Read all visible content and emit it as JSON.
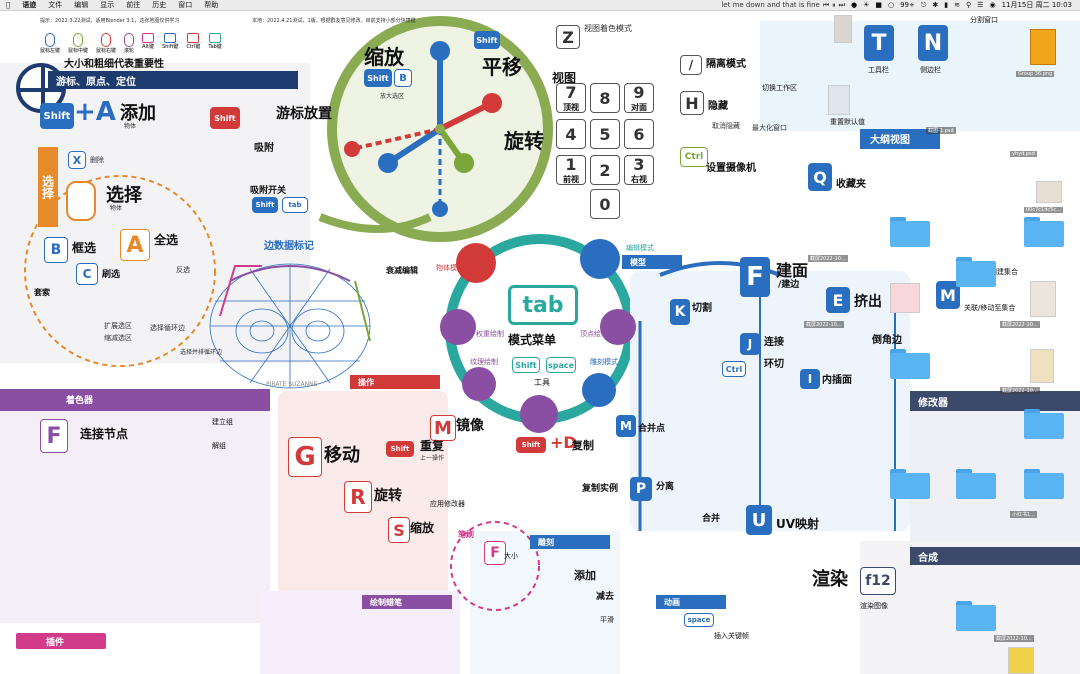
{
  "menubar": {
    "app": "语迹",
    "items": [
      "文件",
      "编辑",
      "显示",
      "前往",
      "历史",
      "窗口",
      "帮助"
    ],
    "now_playing": "let me down and that is fine",
    "battery": "99+",
    "datetime": "11月15日 周二 10:03"
  },
  "poster": {
    "top_note_left": "提示：2022.3.22测试，适用Blender 3.1，这张地图仅供学习",
    "top_note_right": "本地：2022.4.21测试，1版，根据群友意见修改，目前支持小部分快捷键",
    "legend": [
      "鼠标左键",
      "鼠标中键",
      "鼠标右键",
      "滚轮",
      "Alt键",
      "Shift键",
      "Ctrl键",
      "Tab键"
    ],
    "section_tour": "游标、原点、定位",
    "title_importance": "大小和粗细代表重要性",
    "add": "添加",
    "add_sub": "物体",
    "cursor_place": "游标放置",
    "cursor_snap": "吸附",
    "delete": "删除",
    "select": "选择",
    "select_sub": "物体",
    "box_select": "框选",
    "select_all": "全选",
    "brush_select": "刷选",
    "lasso": "套索",
    "invert": "反选",
    "expand_select": "扩展选区",
    "shrink_select": "缩减选区",
    "select_loop": "选择循环边",
    "select_ring": "选择并排循环边",
    "snap_toggle": "吸附开关",
    "zoom": "缩放",
    "zoom_sub": "放大选区",
    "pan": "平移",
    "rotate": "旋转",
    "view": "视图",
    "view_shading": "视图着色模式",
    "local_view": "隔离模式",
    "hide": "隐藏",
    "unhide": "取消隐藏",
    "front": "前视",
    "top": "顶视",
    "right": "右视",
    "back": "对面",
    "set_camera": "设置摄像机",
    "maximize": "最大化窗口",
    "ws_switch": "切换工作区",
    "ws_reset": "重置默认值",
    "outline_view": "大纲视图",
    "mode_menu": "模式菜单",
    "tab": "tab",
    "tools": "工具",
    "edit_mode": "编辑模式",
    "object_mode": "物体模式",
    "weight_paint": "权重绘制",
    "texture_paint": "纹理绘制",
    "vertex_paint": "顶点绘制",
    "sculpt_mode": "雕刻模式",
    "model": "模型",
    "edge_mark": "边数据标记",
    "suzanne": "PIRATE SUZANNE",
    "decay": "衰减编辑",
    "operate": "操作",
    "move": "G移动",
    "rotate_op": "R旋转",
    "scale": "S缩放",
    "mirror": "镜像",
    "repeat": "重复",
    "repeat_sub": "上一操作",
    "apply_mod": "应用修改器",
    "duplicate": "复制",
    "link_dup": "复制实例",
    "brush_size": "大小",
    "brush": "笔刷",
    "shader": "着色器",
    "connect_nodes": "连接节点",
    "add_frame": "建立组",
    "ungroup": "解组",
    "plugins": "插件",
    "paint_grease": "绘制蜡笔",
    "sculpt": "雕刻",
    "add_s": "添加",
    "subtract": "减去",
    "flatten": "平滑",
    "animation": "动画",
    "insert_kf": "插入关键帧",
    "knife": "切割",
    "connect": "连接",
    "loop_cut": "环切",
    "bevel": "倒角边",
    "extrude": "挤出",
    "inset": "内插面",
    "fill": "建面",
    "fill_sub": "/建边",
    "merge": "合并点",
    "separate": "分离",
    "join": "合并",
    "uv_unwrap": "UV映射",
    "render": "渲染",
    "modifier": "修改器",
    "compositing": "合成",
    "favorites": "收藏夹",
    "create_collection": "创建集合",
    "tool_panel": "工具栏",
    "side_panel": "侧边栏",
    "split_window": "分割窗口",
    "move_to_collection": "关联/移动至集合",
    "render_image": "渲染图像"
  },
  "desktop_files": [
    {
      "name": "Group 36.png"
    },
    {
      "name": "截图-1.psd"
    },
    {
      "name": "yhyd.psd"
    },
    {
      "name": "00c7c1dc5c..."
    },
    {
      "name": "截屏2022-10..."
    },
    {
      "name": "截屏2022-10..."
    },
    {
      "name": "截屏2022-10..."
    },
    {
      "name": "截屏2022-10..."
    },
    {
      "name": "截屏2022-10..."
    },
    {
      "name": "小红书1..."
    }
  ],
  "colors": {
    "blue": "#2a6ebf",
    "red": "#d23a3a",
    "green": "#7aa63a",
    "teal": "#2aa8a0",
    "purple": "#8a4fa3",
    "orange": "#e8892a",
    "magenta": "#d23a8a",
    "folder": "#5ab4f4"
  }
}
